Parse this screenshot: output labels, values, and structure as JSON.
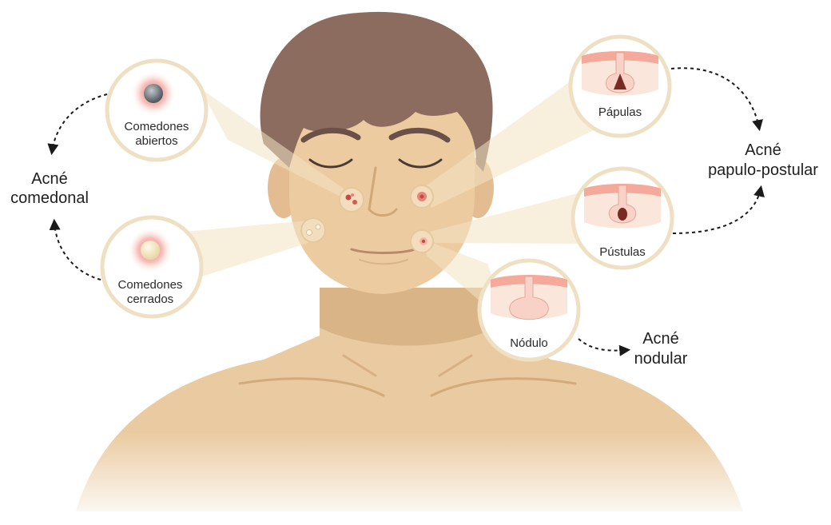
{
  "lesions": {
    "open_comedones": {
      "line1": "Comedones",
      "line2": "abiertos"
    },
    "closed_comedones": {
      "line1": "Comedones",
      "line2": "cerrados"
    },
    "papules": {
      "label": "Pápulas"
    },
    "pustules": {
      "label": "Pústulas"
    },
    "nodule": {
      "label": "Nódulo"
    }
  },
  "acne_types": {
    "comedonal": {
      "line1": "Acné",
      "line2": "comedonal"
    },
    "papulopustular": {
      "line1": "Acné",
      "line2": "papulo-postular"
    },
    "nodular": {
      "line1": "Acné",
      "line2": "nodular"
    }
  },
  "colors": {
    "skin": "#eacaa0",
    "skin_shadow": "#d9b487",
    "hair": "#8b6c5f",
    "circle_border": "#efe0c4",
    "beam": "#f3e4c3",
    "lesion_red": "#e8837a",
    "dermis": "#fbe6dc",
    "epidermis": "#f4a99a",
    "follicle_dark": "#7a2a25",
    "arrow": "#1a1a1a"
  }
}
